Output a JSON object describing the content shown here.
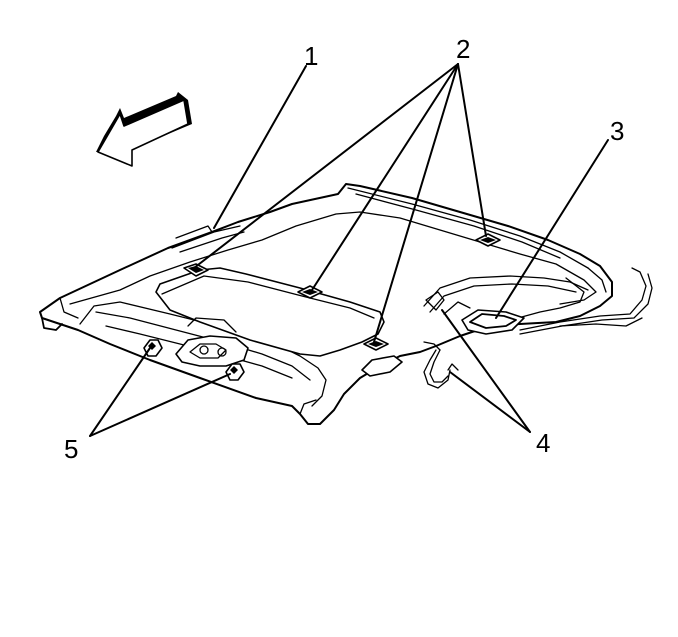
{
  "diagram": {
    "callouts": [
      {
        "id": "1",
        "label": "1"
      },
      {
        "id": "2",
        "label": "2"
      },
      {
        "id": "3",
        "label": "3"
      },
      {
        "id": "4",
        "label": "4"
      },
      {
        "id": "5",
        "label": "5"
      }
    ]
  },
  "colors": {
    "line": "#000000",
    "background": "#ffffff"
  },
  "icons": {
    "direction_arrow": "forward-direction-arrow-icon"
  }
}
